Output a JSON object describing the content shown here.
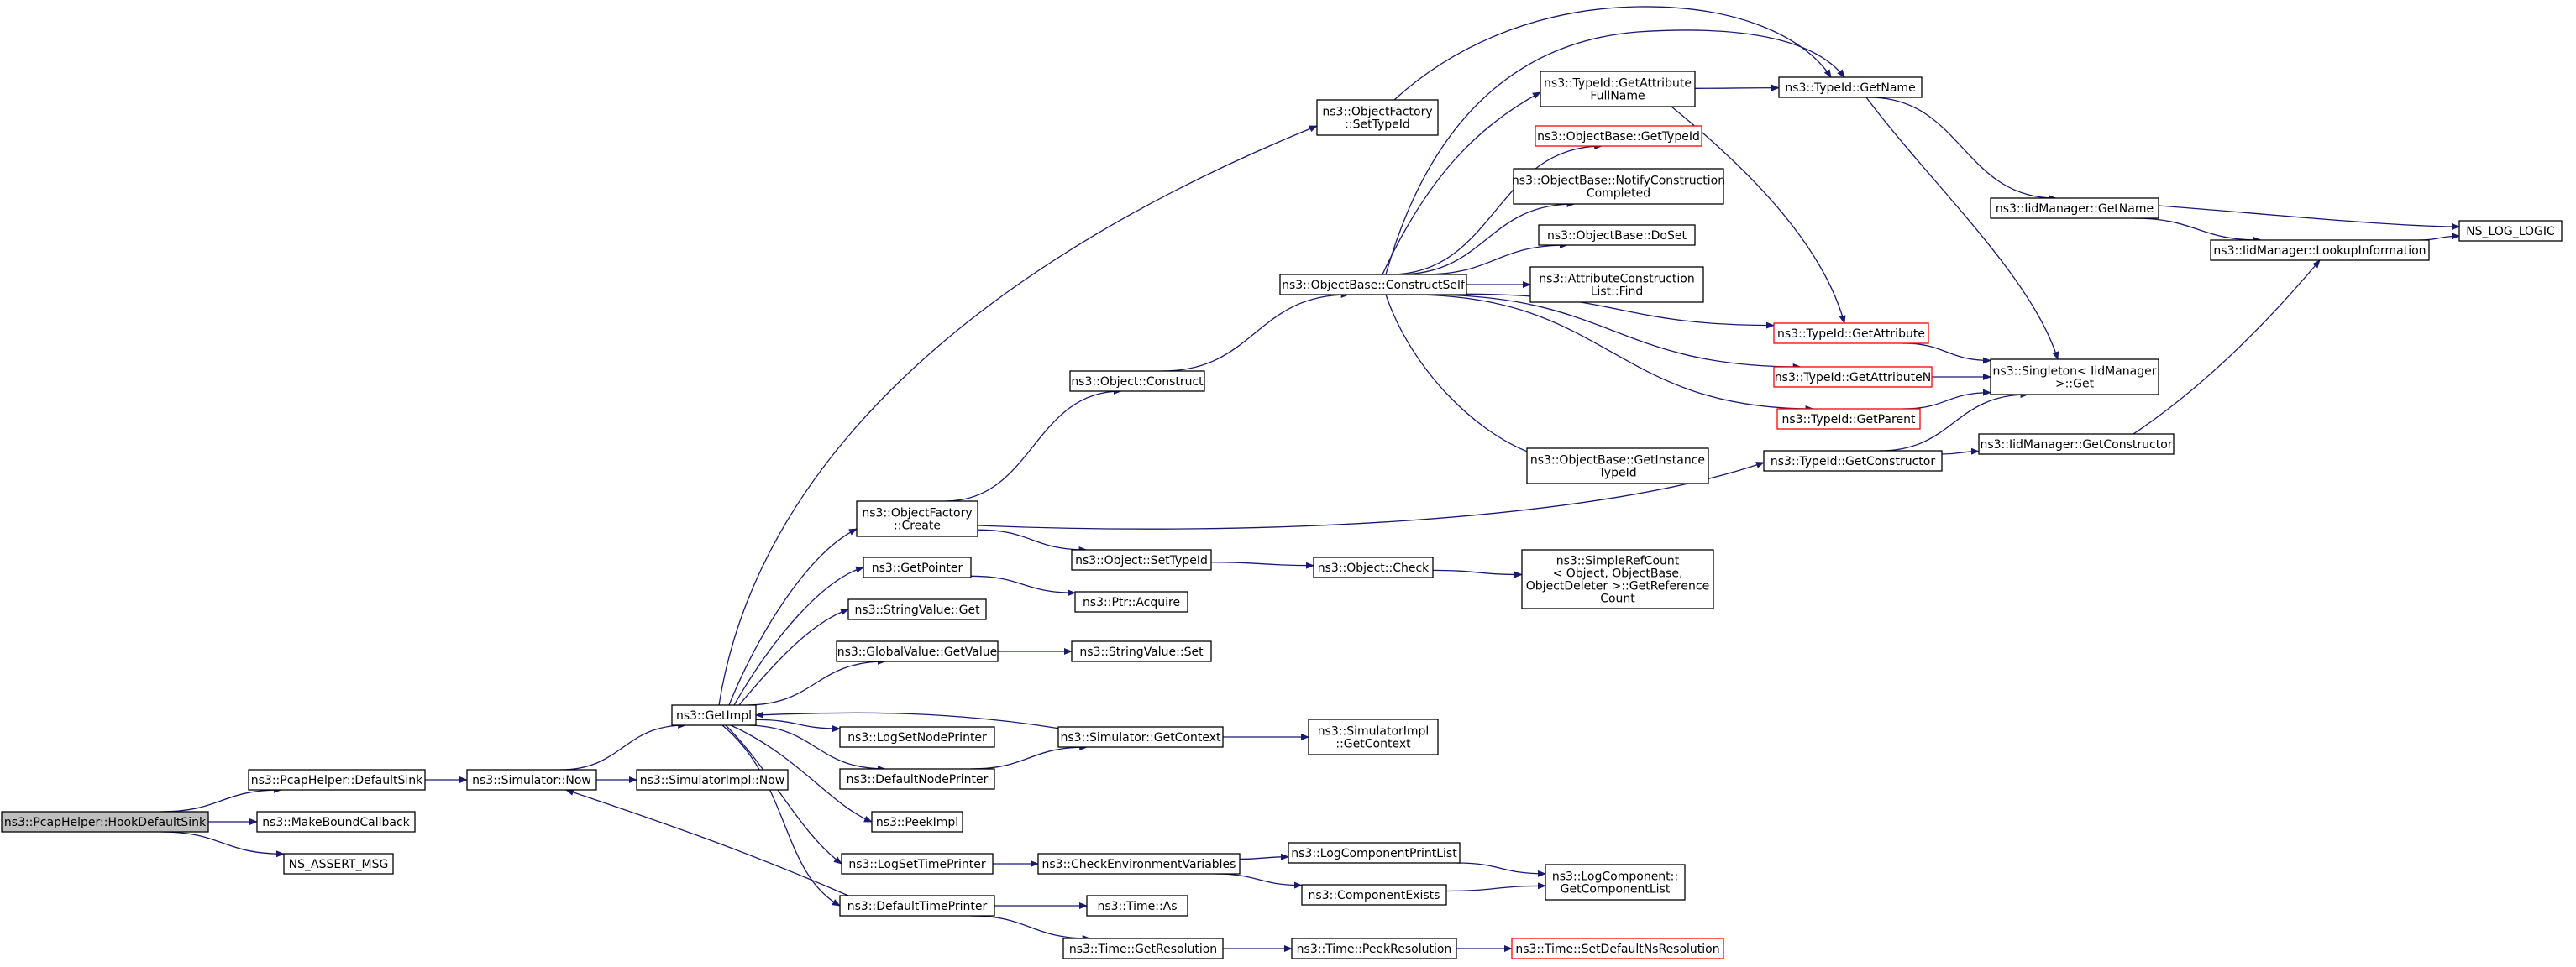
{
  "colors": {
    "edge": "#191970",
    "node_border": "#000000",
    "node_border_truncated": "#ff0000",
    "node_fill": "#ffffff",
    "root_fill": "#bfbfbf",
    "text": "#000000"
  },
  "nodes": [
    {
      "id": "hookDefaultSink",
      "lines": [
        "ns3::PcapHelper::HookDefaultSink"
      ],
      "root": true
    },
    {
      "id": "defaultSink",
      "lines": [
        "ns3::PcapHelper::DefaultSink"
      ]
    },
    {
      "id": "makeBoundCallback",
      "lines": [
        "ns3::MakeBoundCallback"
      ]
    },
    {
      "id": "nsAssertMsg",
      "lines": [
        "NS_ASSERT_MSG"
      ]
    },
    {
      "id": "simulatorNow",
      "lines": [
        "ns3::Simulator::Now"
      ]
    },
    {
      "id": "simImplNow",
      "lines": [
        "ns3::SimulatorImpl::Now"
      ]
    },
    {
      "id": "getImpl",
      "lines": [
        "ns3::GetImpl"
      ]
    },
    {
      "id": "objFactoryCreate",
      "lines": [
        "ns3::ObjectFactory",
        "::Create"
      ]
    },
    {
      "id": "getPointer",
      "lines": [
        "ns3::GetPointer"
      ]
    },
    {
      "id": "stringValueGet",
      "lines": [
        "ns3::StringValue::Get"
      ]
    },
    {
      "id": "globalValueGetValue",
      "lines": [
        "ns3::GlobalValue::GetValue"
      ]
    },
    {
      "id": "logSetNodePrinter",
      "lines": [
        "ns3::LogSetNodePrinter"
      ]
    },
    {
      "id": "defaultNodePrinter",
      "lines": [
        "ns3::DefaultNodePrinter"
      ]
    },
    {
      "id": "peekImpl",
      "lines": [
        "ns3::PeekImpl"
      ]
    },
    {
      "id": "logSetTimePrinter",
      "lines": [
        "ns3::LogSetTimePrinter"
      ]
    },
    {
      "id": "defaultTimePrinter",
      "lines": [
        "ns3::DefaultTimePrinter"
      ]
    },
    {
      "id": "objFactorySetTypeId",
      "lines": [
        "ns3::ObjectFactory",
        "::SetTypeId"
      ]
    },
    {
      "id": "objectConstruct",
      "lines": [
        "ns3::Object::Construct"
      ]
    },
    {
      "id": "objectSetTypeId",
      "lines": [
        "ns3::Object::SetTypeId"
      ]
    },
    {
      "id": "ptrAcquire",
      "lines": [
        "ns3::Ptr::Acquire"
      ]
    },
    {
      "id": "stringValueSet",
      "lines": [
        "ns3::StringValue::Set"
      ]
    },
    {
      "id": "simGetContext",
      "lines": [
        "ns3::Simulator::GetContext"
      ]
    },
    {
      "id": "checkEnvVars",
      "lines": [
        "ns3::CheckEnvironmentVariables"
      ]
    },
    {
      "id": "timeAs",
      "lines": [
        "ns3::Time::As"
      ]
    },
    {
      "id": "timeGetResolution",
      "lines": [
        "ns3::Time::GetResolution"
      ]
    },
    {
      "id": "objBaseConstructSelf",
      "lines": [
        "ns3::ObjectBase::ConstructSelf"
      ]
    },
    {
      "id": "objectCheck",
      "lines": [
        "ns3::Object::Check"
      ]
    },
    {
      "id": "simImplGetContext",
      "lines": [
        "ns3::SimulatorImpl",
        "::GetContext"
      ]
    },
    {
      "id": "logCompPrintList",
      "lines": [
        "ns3::LogComponentPrintList"
      ]
    },
    {
      "id": "componentExists",
      "lines": [
        "ns3::ComponentExists"
      ]
    },
    {
      "id": "timePeekResolution",
      "lines": [
        "ns3::Time::PeekResolution"
      ]
    },
    {
      "id": "typeIdGetAttrFullName",
      "lines": [
        "ns3::TypeId::GetAttribute",
        "FullName"
      ]
    },
    {
      "id": "objBaseGetTypeId",
      "lines": [
        "ns3::ObjectBase::GetTypeId"
      ],
      "truncated": true
    },
    {
      "id": "objBaseNotify",
      "lines": [
        "ns3::ObjectBase::NotifyConstruction",
        "Completed"
      ]
    },
    {
      "id": "objBaseDoSet",
      "lines": [
        "ns3::ObjectBase::DoSet"
      ]
    },
    {
      "id": "attrConstructFind",
      "lines": [
        "ns3::AttributeConstruction",
        "List::Find"
      ]
    },
    {
      "id": "objBaseGetInstanceTypeId",
      "lines": [
        "ns3::ObjectBase::GetInstance",
        "TypeId"
      ]
    },
    {
      "id": "simpleRefCount",
      "lines": [
        "ns3::SimpleRefCount",
        "< Object, ObjectBase,",
        " ObjectDeleter >::GetReference",
        "Count"
      ]
    },
    {
      "id": "logCompGetList",
      "lines": [
        "ns3::LogComponent::",
        "GetComponentList"
      ]
    },
    {
      "id": "timeSetDefaultNs",
      "lines": [
        "ns3::Time::SetDefaultNsResolution"
      ],
      "truncated": true
    },
    {
      "id": "typeIdGetName",
      "lines": [
        "ns3::TypeId::GetName"
      ]
    },
    {
      "id": "typeIdGetAttribute",
      "lines": [
        "ns3::TypeId::GetAttribute"
      ],
      "truncated": true
    },
    {
      "id": "typeIdGetAttributeN",
      "lines": [
        "ns3::TypeId::GetAttributeN"
      ],
      "truncated": true
    },
    {
      "id": "typeIdGetParent",
      "lines": [
        "ns3::TypeId::GetParent"
      ],
      "truncated": true
    },
    {
      "id": "typeIdGetConstructor",
      "lines": [
        "ns3::TypeId::GetConstructor"
      ]
    },
    {
      "id": "iidGetName",
      "lines": [
        "ns3::IidManager::GetName"
      ]
    },
    {
      "id": "singletonGet",
      "lines": [
        "ns3::Singleton< IidManager",
        " >::Get"
      ]
    },
    {
      "id": "iidGetConstructor",
      "lines": [
        "ns3::IidManager::GetConstructor"
      ]
    },
    {
      "id": "iidLookupInfo",
      "lines": [
        "ns3::IidManager::LookupInformation"
      ]
    },
    {
      "id": "nsLogLogic",
      "lines": [
        "NS_LOG_LOGIC"
      ]
    }
  ],
  "edges": [
    [
      "hookDefaultSink",
      "defaultSink"
    ],
    [
      "hookDefaultSink",
      "makeBoundCallback"
    ],
    [
      "hookDefaultSink",
      "nsAssertMsg"
    ],
    [
      "defaultSink",
      "simulatorNow"
    ],
    [
      "simulatorNow",
      "getImpl"
    ],
    [
      "simulatorNow",
      "simImplNow"
    ],
    [
      "getImpl",
      "objFactoryCreate"
    ],
    [
      "getImpl",
      "getPointer"
    ],
    [
      "getImpl",
      "stringValueGet"
    ],
    [
      "getImpl",
      "globalValueGetValue"
    ],
    [
      "getImpl",
      "logSetNodePrinter"
    ],
    [
      "getImpl",
      "defaultNodePrinter"
    ],
    [
      "getImpl",
      "peekImpl"
    ],
    [
      "getImpl",
      "logSetTimePrinter"
    ],
    [
      "getImpl",
      "defaultTimePrinter"
    ],
    [
      "getImpl",
      "objFactorySetTypeId"
    ],
    [
      "objFactoryCreate",
      "objectConstruct"
    ],
    [
      "objFactoryCreate",
      "objectSetTypeId"
    ],
    [
      "objFactoryCreate",
      "typeIdGetConstructor"
    ],
    [
      "getPointer",
      "ptrAcquire"
    ],
    [
      "globalValueGetValue",
      "stringValueSet"
    ],
    [
      "defaultNodePrinter",
      "simGetContext"
    ],
    [
      "simGetContext",
      "getImpl"
    ],
    [
      "simGetContext",
      "simImplGetContext"
    ],
    [
      "logSetTimePrinter",
      "checkEnvVars"
    ],
    [
      "defaultTimePrinter",
      "simulatorNow"
    ],
    [
      "defaultTimePrinter",
      "timeAs"
    ],
    [
      "defaultTimePrinter",
      "timeGetResolution"
    ],
    [
      "objectConstruct",
      "objBaseConstructSelf"
    ],
    [
      "objectSetTypeId",
      "objectCheck"
    ],
    [
      "objectCheck",
      "simpleRefCount"
    ],
    [
      "checkEnvVars",
      "logCompPrintList"
    ],
    [
      "checkEnvVars",
      "componentExists"
    ],
    [
      "logCompPrintList",
      "logCompGetList"
    ],
    [
      "componentExists",
      "logCompGetList"
    ],
    [
      "timeGetResolution",
      "timePeekResolution"
    ],
    [
      "timePeekResolution",
      "timeSetDefaultNs"
    ],
    [
      "objBaseConstructSelf",
      "typeIdGetAttrFullName"
    ],
    [
      "objBaseConstructSelf",
      "objBaseGetTypeId"
    ],
    [
      "objBaseConstructSelf",
      "objBaseNotify"
    ],
    [
      "objBaseConstructSelf",
      "objBaseDoSet"
    ],
    [
      "objBaseConstructSelf",
      "attrConstructFind"
    ],
    [
      "objBaseConstructSelf",
      "typeIdGetAttribute"
    ],
    [
      "objBaseConstructSelf",
      "typeIdGetAttributeN"
    ],
    [
      "objBaseConstructSelf",
      "typeIdGetParent"
    ],
    [
      "objBaseConstructSelf",
      "objBaseGetInstanceTypeId"
    ],
    [
      "objBaseConstructSelf",
      "typeIdGetName"
    ],
    [
      "objFactorySetTypeId",
      "typeIdGetName"
    ],
    [
      "typeIdGetAttrFullName",
      "typeIdGetName"
    ],
    [
      "typeIdGetAttrFullName",
      "typeIdGetAttribute"
    ],
    [
      "typeIdGetName",
      "iidGetName"
    ],
    [
      "typeIdGetName",
      "singletonGet"
    ],
    [
      "typeIdGetAttribute",
      "singletonGet"
    ],
    [
      "typeIdGetAttributeN",
      "singletonGet"
    ],
    [
      "typeIdGetParent",
      "singletonGet"
    ],
    [
      "typeIdGetConstructor",
      "singletonGet"
    ],
    [
      "typeIdGetConstructor",
      "iidGetConstructor"
    ],
    [
      "iidGetName",
      "iidLookupInfo"
    ],
    [
      "iidGetName",
      "nsLogLogic"
    ],
    [
      "iidLookupInfo",
      "nsLogLogic"
    ],
    [
      "iidGetConstructor",
      "iidLookupInfo"
    ]
  ]
}
